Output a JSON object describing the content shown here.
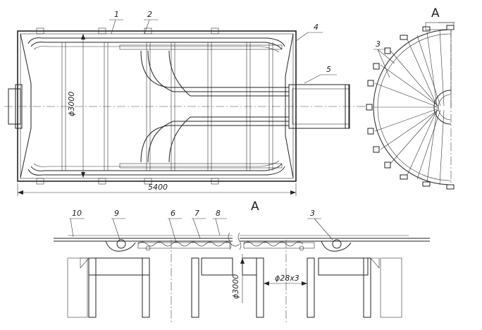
{
  "drawing": {
    "callouts": {
      "c1": "1",
      "c2": "2",
      "c3_top": "3",
      "c4": "4",
      "c5": "5",
      "c3_bottom": "3",
      "c6": "6",
      "c7": "7",
      "c8": "8",
      "c9": "9",
      "c10": "10"
    },
    "view_labels": {
      "top_right": "A",
      "bottom": "A"
    },
    "dimensions": {
      "diameter_main": "ϕ3000",
      "length": "5400",
      "diameter_section": "ϕ3000",
      "tube_spec": "ϕ28x3"
    }
  }
}
